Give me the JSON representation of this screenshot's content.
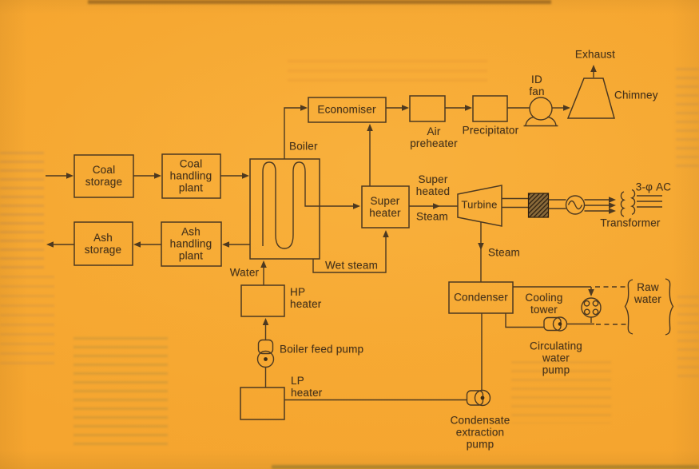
{
  "figure": {
    "description_visible": false,
    "colors": {
      "paper": "#f5a42e",
      "ink": "#4d3920",
      "text": "#49341a"
    }
  },
  "labels": {
    "coal_storage": "Coal\nstorage",
    "coal_handling_plant": "Coal\nhandling\nplant",
    "ash_storage": "Ash\nstorage",
    "ash_handling_plant": "Ash\nhandling\nplant",
    "boiler": "Boiler",
    "economiser": "Economiser",
    "air_preheater": "Air\npreheater",
    "precipitator": "Precipitator",
    "id_fan": "ID\nfan",
    "chimney": "Chimney",
    "exhaust": "Exhaust",
    "water": "Water",
    "hp_heater": "HP\nheater",
    "boiler_feed_pump": "Boiler feed pump",
    "lp_heater": "LP\nheater",
    "wet_steam": "Wet steam",
    "super_heater": "Super\nheater",
    "superheated_steam_upper": "Super\nheated",
    "superheated_steam_lower": "Steam",
    "turbine": "Turbine",
    "steam_to_condenser": "Steam",
    "three_phase_ac": "3-φ AC",
    "transformer": "Transformer",
    "condenser": "Condenser",
    "cooling_tower": "Cooling\ntower",
    "raw_water": "Raw\nwater",
    "circulating_water_pump": "Circulating\nwater\npump",
    "condensate_extraction_pump": "Condensate\nextraction\npump"
  }
}
